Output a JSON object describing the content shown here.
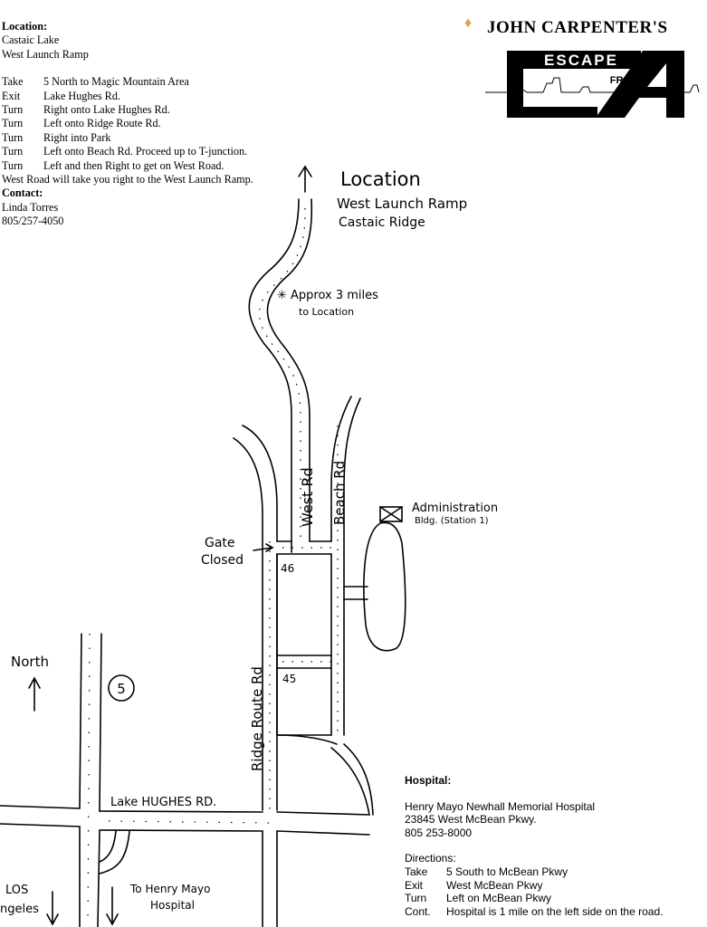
{
  "directions": {
    "location_label": "Location:",
    "location_lines": [
      "Castaic Lake",
      "West Launch Ramp"
    ],
    "steps": [
      {
        "verb": "Take",
        "text": "5 North to Magic Mountain Area"
      },
      {
        "verb": "Exit",
        "text": "Lake Hughes Rd."
      },
      {
        "verb": "Turn",
        "text": "Right onto Lake Hughes Rd."
      },
      {
        "verb": "Turn",
        "text": "Left onto Ridge Route Rd."
      },
      {
        "verb": "Turn",
        "text": "Right into Park"
      },
      {
        "verb": "Turn",
        "text": "Left onto Beach Rd. Proceed up to T-junction."
      },
      {
        "verb": "Turn",
        "text": "Left and then Right to get on West Road."
      }
    ],
    "closing": "West Road will take you right to the West Launch Ramp.",
    "contact_label": "Contact:",
    "contact_name": "Linda Torres",
    "contact_phone": "805/257-4050"
  },
  "logo": {
    "title": "JOHN CARPENTER'S",
    "word_escape": "ESCAPE",
    "word_from": "FROM",
    "word_la": "LA"
  },
  "map_labels": {
    "location_heading": "Location",
    "location_line1": "West Launch Ramp",
    "location_line2": "Castaic Ridge",
    "approx": "✳ Approx 3 miles",
    "approx_line2": "to Location",
    "west_rd": "West Rd",
    "beach_rd": "Beach Rd",
    "ridge_route_rd": "Ridge Route Rd",
    "admin_line1": "Administration",
    "admin_line2": "Bldg. (Station 1)",
    "gate_line1": "Gate",
    "gate_line2": "Closed",
    "lot_46": "46",
    "lot_45": "45",
    "north": "North",
    "freeway": "5",
    "lake_hughes": "Lake HUGHES RD.",
    "los_angeles_line1": "LOS",
    "los_angeles_line2": "ngeles",
    "to_henry_line1": "To Henry Mayo",
    "to_henry_line2": "Hospital"
  },
  "hospital": {
    "heading": "Hospital:",
    "name": "Henry Mayo Newhall Memorial Hospital",
    "address": "23845 West McBean Pkwy.",
    "phone": "805 253-8000",
    "directions_label": "Directions:",
    "steps": [
      {
        "verb": "Take",
        "text": "5 South to McBean Pkwy"
      },
      {
        "verb": "Exit",
        "text": "West McBean Pkwy"
      },
      {
        "verb": "Turn",
        "text": "Left on McBean Pkwy"
      },
      {
        "verb": "Cont.",
        "text": "Hospital is 1 mile on the left side on the road."
      }
    ]
  }
}
